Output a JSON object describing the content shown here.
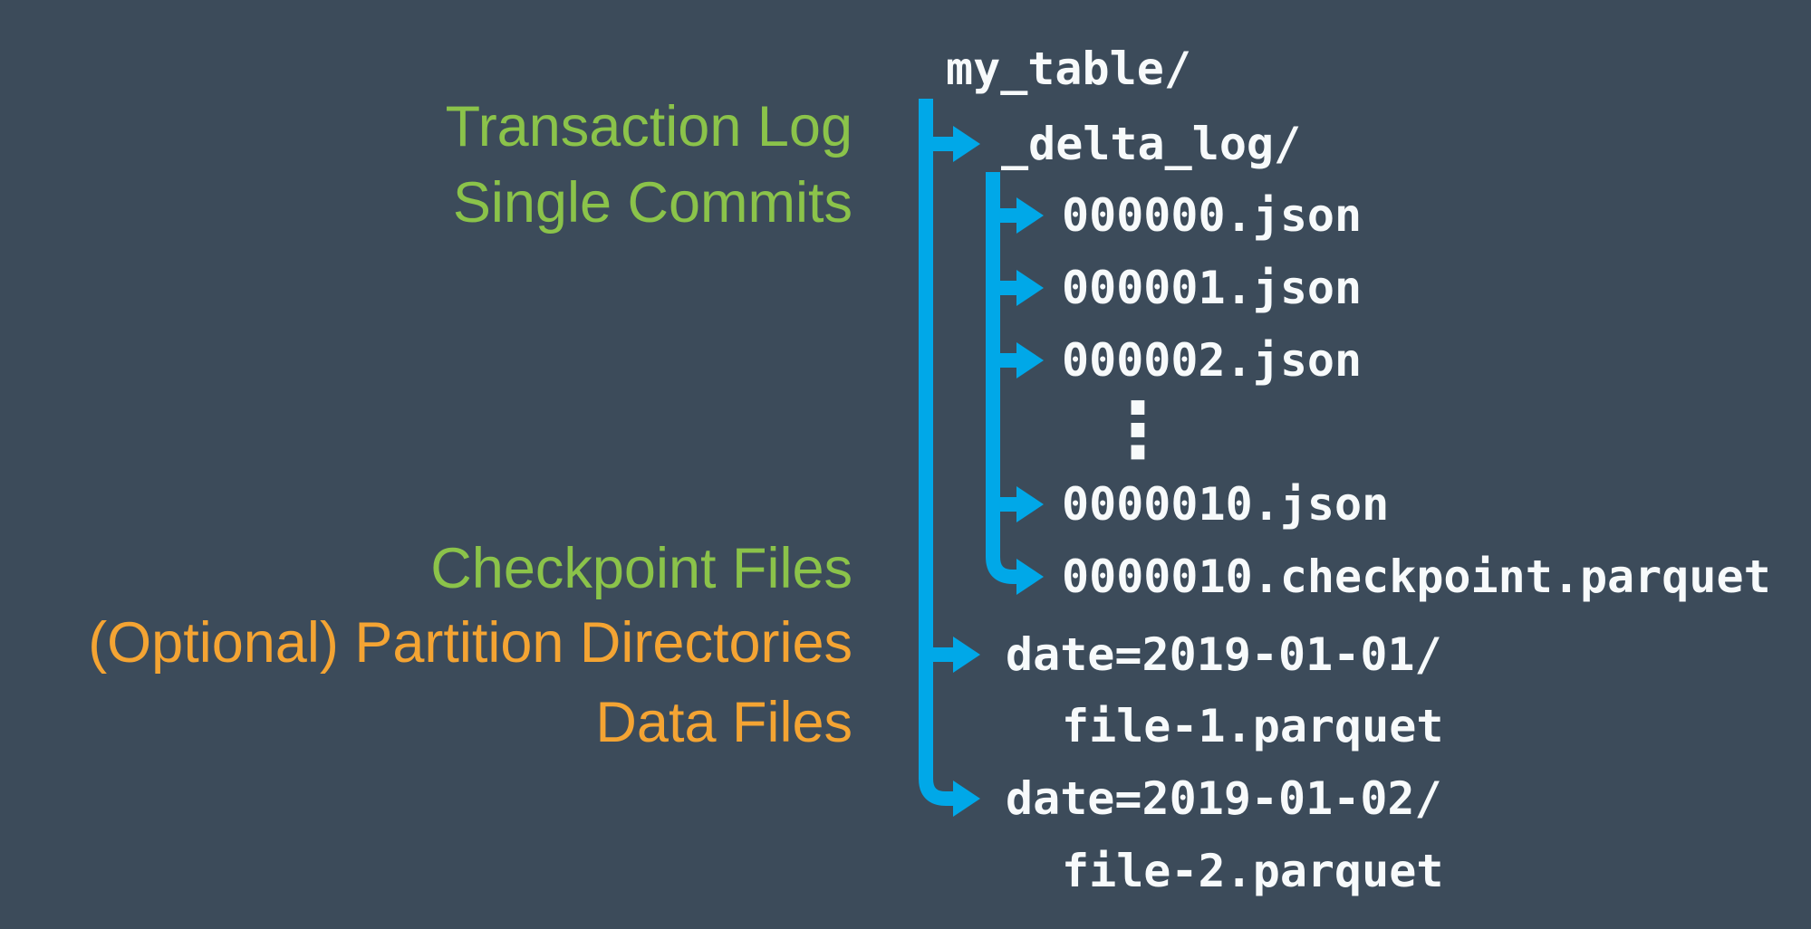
{
  "colors": {
    "background": "#3C4B5A",
    "connector_blue": "#00A8E8",
    "label_green": "#8BC34A",
    "label_orange": "#F4A433",
    "tree_text_white": "#F7FAFB"
  },
  "labels": [
    {
      "text": "Transaction Log",
      "color": "green"
    },
    {
      "text": "Single Commits",
      "color": "green"
    },
    {
      "text": "Checkpoint Files",
      "color": "green"
    },
    {
      "text": "(Optional) Partition Directories",
      "color": "orange"
    },
    {
      "text": "Data Files",
      "color": "orange"
    }
  ],
  "tree": {
    "rows": [
      {
        "text": "my_table/"
      },
      {
        "text": "_delta_log/"
      },
      {
        "text": "000000.json"
      },
      {
        "text": "000001.json"
      },
      {
        "text": "000002.json"
      },
      {
        "text": "⋮"
      },
      {
        "text": "0000010.json"
      },
      {
        "text": "0000010.checkpoint.parquet"
      },
      {
        "text": "date=2019-01-01/"
      },
      {
        "text": "file-1.parquet"
      },
      {
        "text": "date=2019-01-02/"
      },
      {
        "text": "file-2.parquet"
      }
    ]
  }
}
